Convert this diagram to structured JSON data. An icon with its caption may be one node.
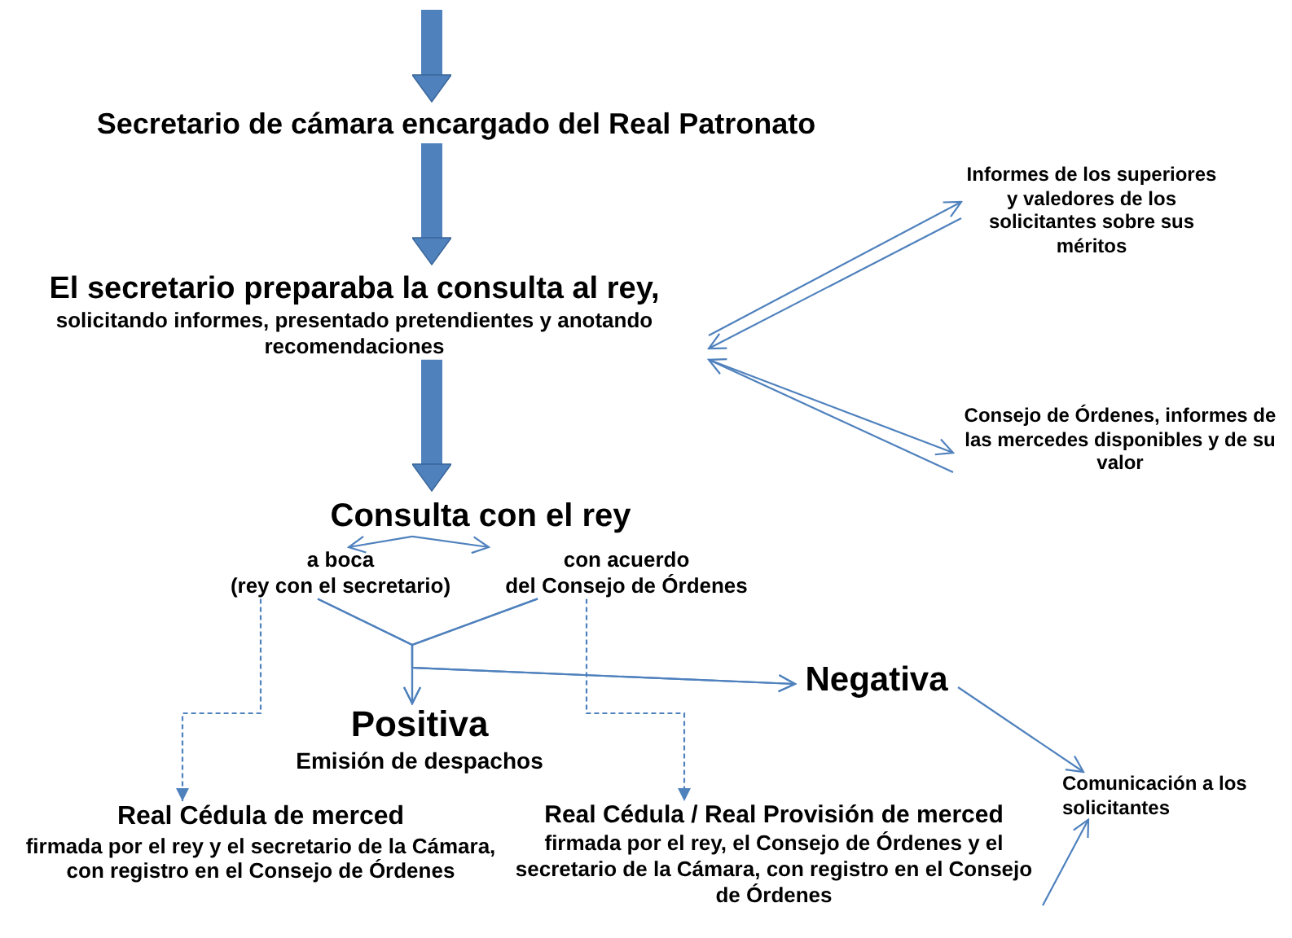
{
  "diagram": {
    "nodes": [
      {
        "text": [
          "Secretario de cámara encargado del Real Patronato"
        ]
      },
      {
        "text": [
          "El secretario preparaba la consulta  al rey,",
          "solicitando informes, presentado pretendientes y anotando recomendaciones"
        ]
      },
      {
        "text": [
          "Informes de los superiores  y valedores de los solicitantes sobre sus méritos"
        ]
      },
      {
        "text": [
          "Consejo de Órdenes, informes de las mercedes disponibles y de su valor"
        ]
      },
      {
        "text": [
          "Consulta con el rey"
        ]
      },
      {
        "text": [
          "a boca",
          "(rey con el secretario)"
        ]
      },
      {
        "text": [
          "con acuerdo",
          "del Consejo de Órdenes"
        ]
      },
      {
        "text": [
          "Negativa"
        ]
      },
      {
        "text": [
          "Positiva",
          "Emisión de despachos"
        ]
      },
      {
        "text": [
          "Real Cédula de merced",
          "firmada por el rey y el secretario de la Cámara, con registro en el Consejo de Órdenes"
        ]
      },
      {
        "text": [
          "Real Cédula / Real Provisión de merced",
          "firmada por el rey, el Consejo de Órdenes y el secretario de la Cámara, con registro en el Consejo de Órdenes"
        ]
      },
      {
        "text": [
          "Comunicación a los solicitantes"
        ]
      }
    ],
    "edges": [
      {
        "from": null,
        "to": 0,
        "arrow": "to",
        "style": "thick"
      },
      {
        "from": 0,
        "to": 1,
        "arrow": "to",
        "style": "thick"
      },
      {
        "from": 1,
        "to": 4,
        "arrow": "to",
        "style": "thick"
      },
      {
        "from": 1,
        "to": 2,
        "arrow": "to"
      },
      {
        "from": 2,
        "to": 1,
        "arrow": "to"
      },
      {
        "from": 3,
        "to": 1,
        "arrow": "to"
      },
      {
        "from": 1,
        "to": 3,
        "arrow": "to"
      },
      {
        "from": 4,
        "to": 5,
        "arrow": "to"
      },
      {
        "from": 4,
        "to": 6,
        "arrow": "to"
      },
      {
        "from": 5,
        "to": 8,
        "arrow": "to"
      },
      {
        "from": 6,
        "to": 8,
        "arrow": "to"
      },
      {
        "from": 5,
        "to": 7,
        "arrow": "to"
      },
      {
        "from": 6,
        "to": 7,
        "arrow": "to"
      },
      {
        "from": 5,
        "to": 9,
        "arrow": "to",
        "style": "dashed"
      },
      {
        "from": 6,
        "to": 10,
        "arrow": "to",
        "style": "dashed"
      },
      {
        "from": 7,
        "to": 11,
        "arrow": "to"
      },
      {
        "from": 10,
        "to": 11,
        "arrow": "to"
      }
    ]
  }
}
